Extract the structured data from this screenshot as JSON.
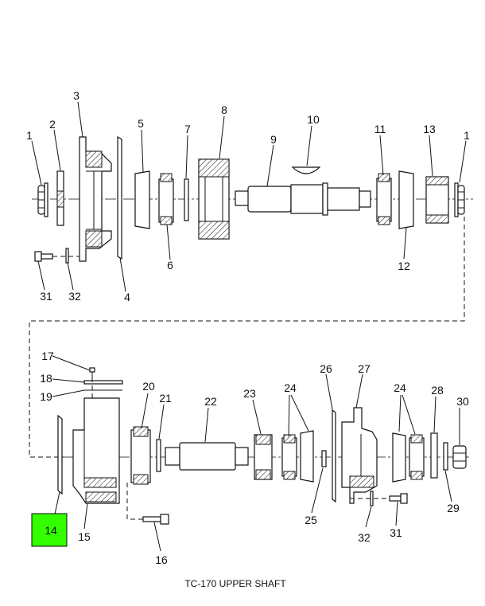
{
  "caption": "TC-170 UPPER SHAFT",
  "highlight_color": "#33ff00",
  "callouts": {
    "c1a": "1",
    "c2": "2",
    "c3": "3",
    "c4": "4",
    "c5": "5",
    "c6": "6",
    "c7": "7",
    "c8": "8",
    "c9": "9",
    "c10": "10",
    "c11": "11",
    "c12": "12",
    "c13": "13",
    "c1b": "1",
    "c31a": "31",
    "c32a": "32",
    "c14": "14",
    "c15": "15",
    "c16": "16",
    "c17": "17",
    "c18": "18",
    "c19": "19",
    "c20": "20",
    "c21": "21",
    "c22": "22",
    "c23": "23",
    "c24a": "24",
    "c24b": "24",
    "c25": "25",
    "c26": "26",
    "c27": "27",
    "c28": "28",
    "c29": "29",
    "c30": "30",
    "c31b": "31",
    "c32b": "32"
  }
}
